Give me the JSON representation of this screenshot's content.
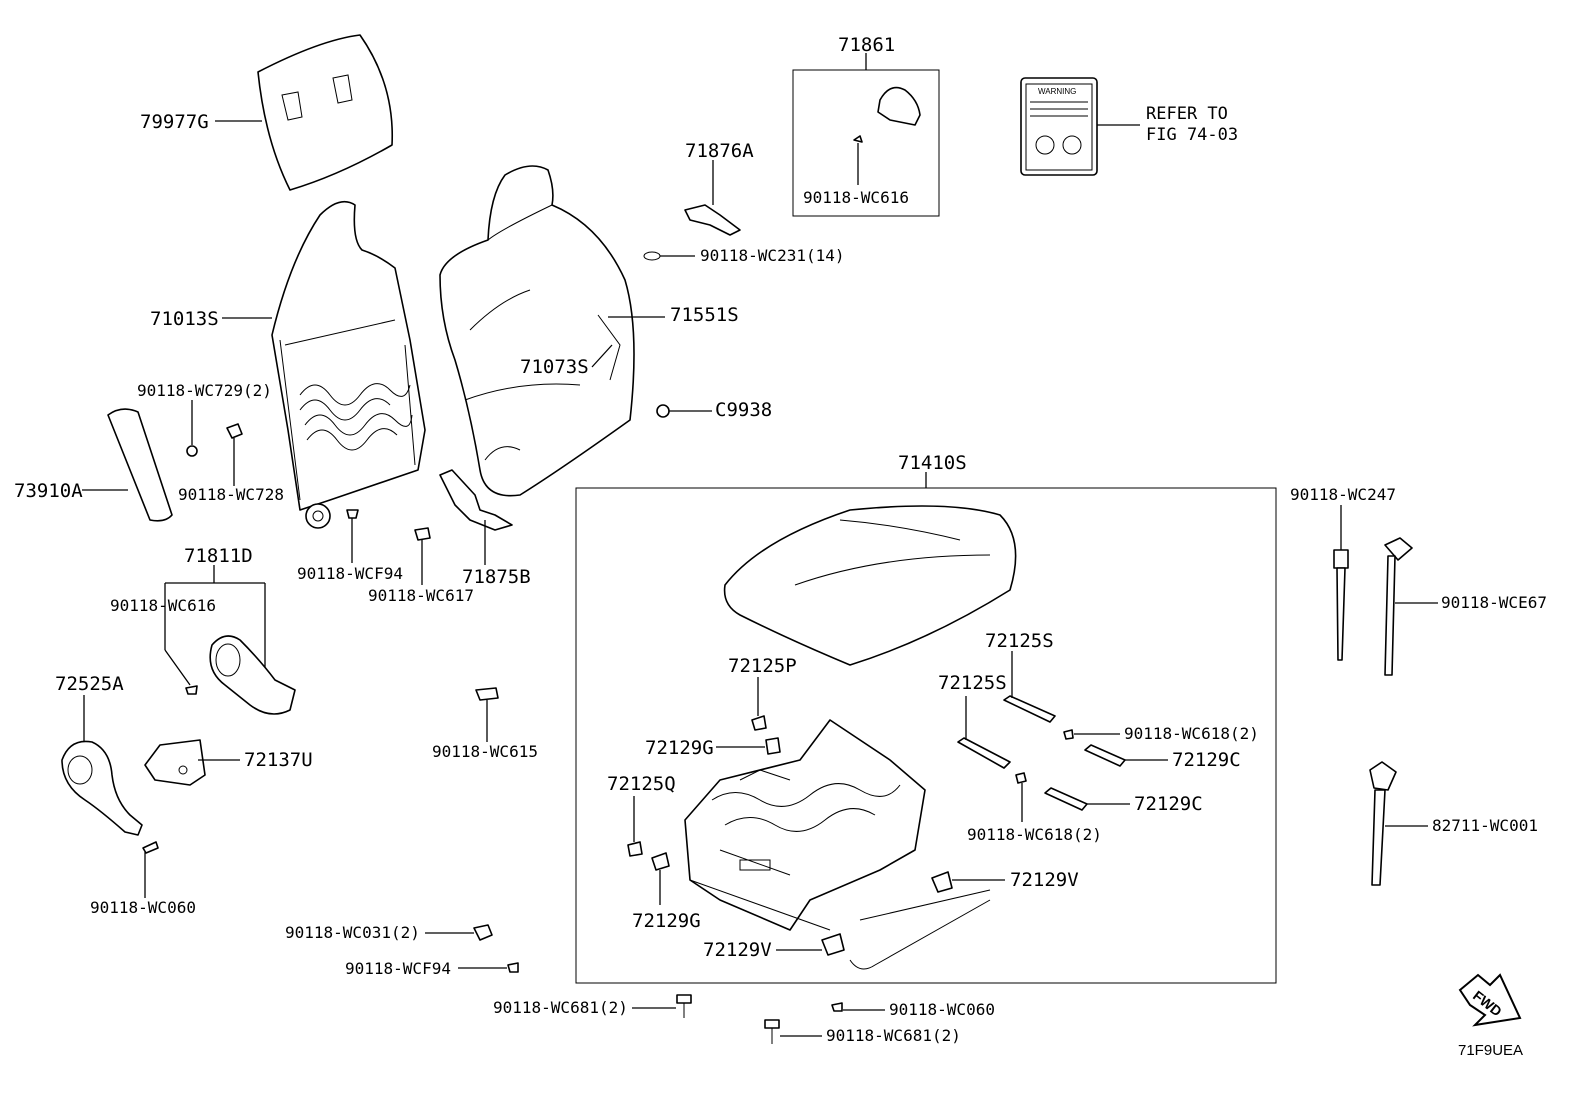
{
  "diagram": {
    "code": "71F9UEA",
    "fwd": "FWD",
    "warning_text": "WARNING",
    "refer": [
      "REFER TO",
      "FIG 74-03"
    ]
  },
  "labels": {
    "p79977G": "79977G",
    "p71013S": "71013S",
    "p90118_WC729_2": "90118-WC729(2)",
    "p90118_WC728": "90118-WC728",
    "p73910A": "73910A",
    "p90118_WCF94_a": "90118-WCF94",
    "p90118_WC617": "90118-WC617",
    "p71875B": "71875B",
    "p71811D": "71811D",
    "p90118_WC616_a": "90118-WC616",
    "p72525A": "72525A",
    "p72137U": "72137U",
    "p90118_WC060_a": "90118-WC060",
    "p90118_WC615": "90118-WC615",
    "p90118_WC031_2": "90118-WC031(2)",
    "p90118_WCF94_b": "90118-WCF94",
    "p90118_WC681_2_a": "90118-WC681(2)",
    "p90118_WC060_b": "90118-WC060",
    "p90118_WC681_2_b": "90118-WC681(2)",
    "p71861": "71861",
    "p90118_WC616_b": "90118-WC616",
    "p71876A": "71876A",
    "p90118_WC231_14": "90118-WC231(14)",
    "p71551S": "71551S",
    "p71073S": "71073S",
    "pC9938": "C9938",
    "p71410S": "71410S",
    "p72125P": "72125P",
    "p72129G_a": "72129G",
    "p72125Q": "72125Q",
    "p72129G_b": "72129G",
    "p72129V_a": "72129V",
    "p72129V_b": "72129V",
    "p72125S_a": "72125S",
    "p72125S_b": "72125S",
    "p90118_WC618_2_a": "90118-WC618(2)",
    "p72129C_a": "72129C",
    "p72129C_b": "72129C",
    "p90118_WC618_2_b": "90118-WC618(2)",
    "p90118_WC247": "90118-WC247",
    "p90118_WCE67": "90118-WCE67",
    "p82711_WC001": "82711-WC001"
  }
}
